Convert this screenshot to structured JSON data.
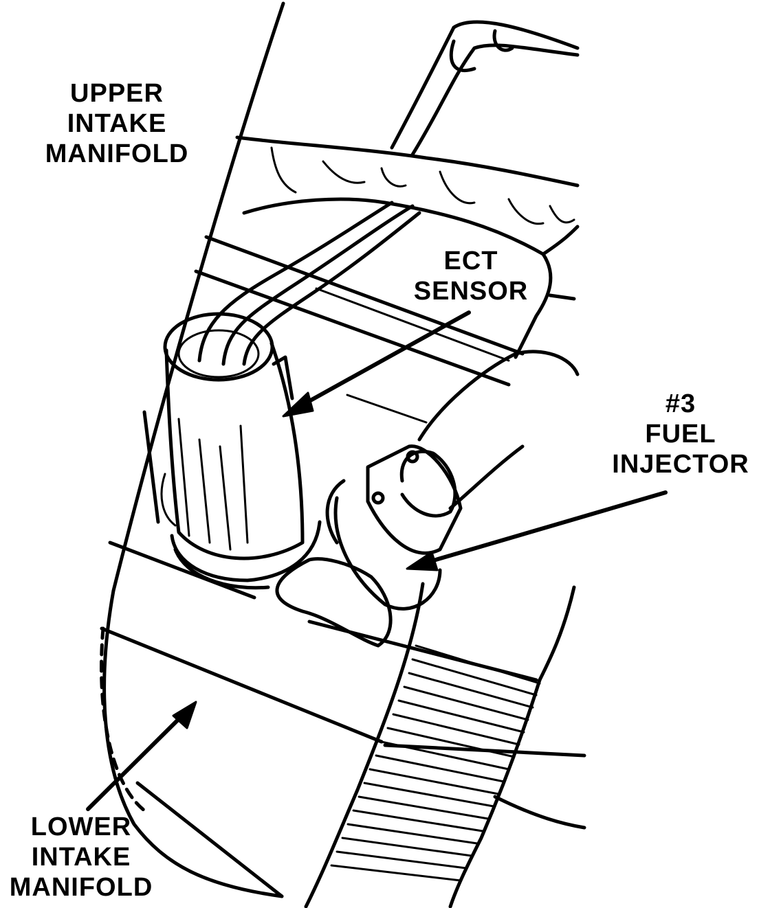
{
  "labels": {
    "upper_intake_manifold": [
      "UPPER",
      "INTAKE",
      "MANIFOLD"
    ],
    "ect_sensor": [
      "ECT",
      "SENSOR"
    ],
    "fuel_injector": [
      "#3",
      "FUEL",
      "INJECTOR"
    ],
    "lower_intake_manifold": [
      "LOWER",
      "INTAKE",
      "MANIFOLD"
    ]
  },
  "colors": {
    "ink": "#000000",
    "paper": "#ffffff"
  }
}
